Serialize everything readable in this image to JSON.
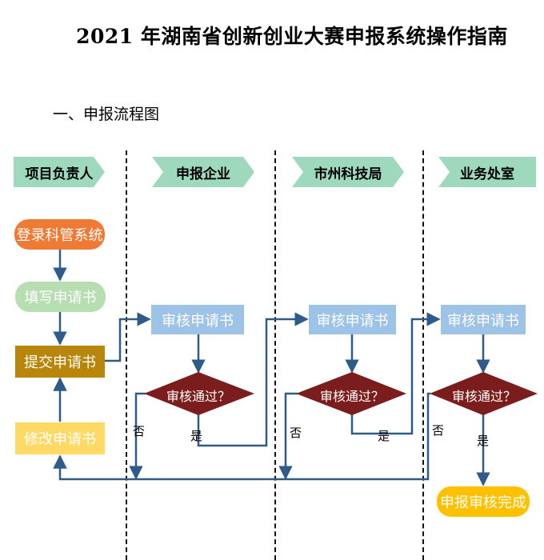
{
  "doc": {
    "title": "2021 年湖南省创新创业大赛申报系统操作指南",
    "section_heading": "一、申报流程图"
  },
  "lanes": [
    {
      "label": "项目负责人"
    },
    {
      "label": "申报企业"
    },
    {
      "label": "市州科技局"
    },
    {
      "label": "业务处室"
    }
  ],
  "nodes": {
    "login": "登录科管系统",
    "fill": "填写申请书",
    "submit": "提交申请书",
    "modify": "修改申请书",
    "review_company": "审核申请书",
    "decision_company": "审核通过？",
    "review_city": "审核申请书",
    "decision_city": "审核通过？",
    "review_office": "审核申请书",
    "decision_office": "审核通过？",
    "done": "申报审核完成"
  },
  "edge_labels": {
    "yes": "是",
    "no": "否"
  },
  "colors": {
    "lane_header": "#9fd9bd",
    "login": "#ef7a35",
    "fill": "#b6deb0",
    "submit": "#b8860b",
    "modify": "#ffd966",
    "review": "#9dc3e6",
    "decision": "#7b1d1d",
    "done": "#ffc000",
    "arrow": "#2e5b8a"
  }
}
